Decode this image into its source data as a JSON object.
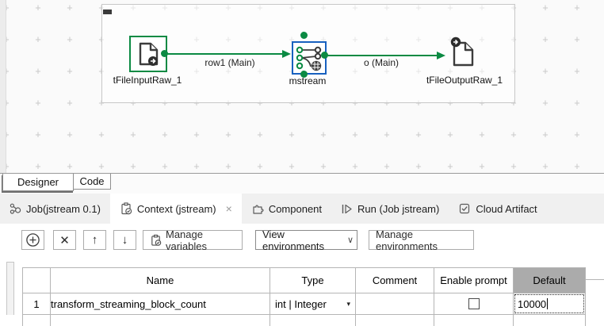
{
  "canvas": {
    "components": [
      {
        "label": "tFileInputRaw_1"
      },
      {
        "label": "mstream"
      },
      {
        "label": "tFileOutputRaw_1"
      }
    ],
    "connections": [
      {
        "label": "row1 (Main)"
      },
      {
        "label": "o (Main)"
      }
    ]
  },
  "editor_tabs": [
    {
      "label": "Designer",
      "active": true
    },
    {
      "label": "Code",
      "active": false
    }
  ],
  "panel_tabs": [
    {
      "label": "Job(jstream 0.1)",
      "active": false
    },
    {
      "label": "Context (jstream)",
      "active": true,
      "close": "×"
    },
    {
      "label": "Component",
      "active": false
    },
    {
      "label": "Run (Job jstream)",
      "active": false
    },
    {
      "label": "Cloud Artifact",
      "active": false
    }
  ],
  "toolbar": {
    "delete_label": "✕",
    "move_up_label": "↑",
    "move_down_label": "↓",
    "manage_variables_label": "Manage variables",
    "view_environments_value": "View environments",
    "view_environments_chevron": "∨",
    "manage_environments_label": "Manage environments"
  },
  "context_table": {
    "columns": [
      "",
      "Name",
      "Type",
      "Comment",
      "Enable prompt",
      "Default"
    ],
    "rows": [
      {
        "num": "1",
        "name": "transform_streaming_block_count",
        "type": "int | Integer",
        "type_caret": "▾",
        "comment": "",
        "enable_prompt_checked": false,
        "default_value": "10000"
      }
    ]
  },
  "colors": {
    "talend_green": "#0b8a43",
    "component_blue": "#1861bf",
    "selected_header_bg": "#ababab"
  }
}
